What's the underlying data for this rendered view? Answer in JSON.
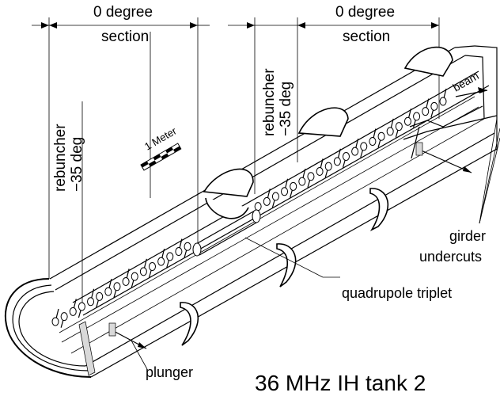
{
  "title": "36 MHz IH tank 2",
  "labels": {
    "section_left": [
      "0 degree",
      "section"
    ],
    "section_right": [
      "0 degree",
      "section"
    ],
    "rebuncher_left": [
      "rebuncher",
      "−35 deg"
    ],
    "rebuncher_right": [
      "rebuncher",
      "−35 deg"
    ],
    "scale": "1 Meter",
    "beam": "beam",
    "girder": [
      "girder",
      "undercuts"
    ],
    "quadrupole": "quadrupole triplet",
    "plunger": "plunger"
  },
  "colors": {
    "line": "#000000",
    "background": "#ffffff",
    "shading": "#d9d9d9"
  }
}
